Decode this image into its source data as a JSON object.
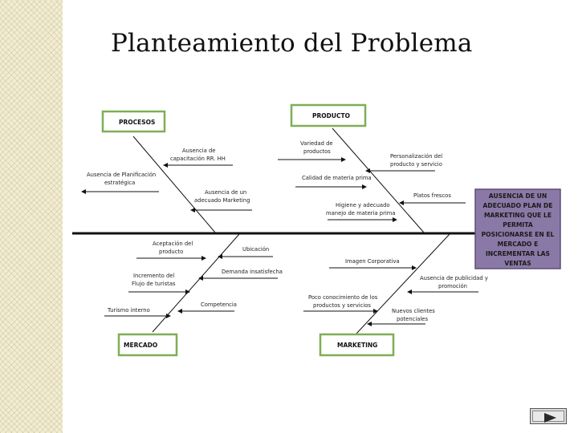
{
  "slide": {
    "title": "Planteamiento del Problema"
  },
  "diagram": {
    "effect": {
      "lines": [
        "AUSENCIA DE UN",
        "ADECUADO PLAN DE",
        "MARKETING QUE LE",
        "PERMITA",
        "POSICIONARSE EN EL",
        "MERCADO E",
        "INCREMENTAR LAS",
        "VENTAS"
      ],
      "fill_color": "#8a78a6",
      "border_color": "#5e4f78"
    },
    "box_border_color": "#7fae55",
    "categories": {
      "procesos": {
        "label": "PROCESOS",
        "causes": [
          [
            "Ausencia de",
            "capacitación RR. HH"
          ],
          [
            "Ausencia de Planificación",
            "estratégica"
          ],
          [
            "Ausencia de un",
            "adecuado Marketing"
          ]
        ]
      },
      "producto": {
        "label": "PRODUCTO",
        "causes": [
          [
            "Variedad de",
            "productos"
          ],
          [
            "Personalización del",
            "producto y servicio"
          ],
          [
            "Calidad de materia prima"
          ],
          [
            "Platos frescos"
          ],
          [
            "Higiene y adecuado",
            "manejo de materia prima"
          ]
        ]
      },
      "mercado": {
        "label": "MERCADO",
        "causes": [
          [
            "Aceptación del",
            "producto"
          ],
          [
            "Ubicación"
          ],
          [
            "Demanda insatisfecha"
          ],
          [
            "Incremento del",
            "Flujo de turistas"
          ],
          [
            "Turismo interno"
          ],
          [
            "Competencia"
          ]
        ]
      },
      "marketing": {
        "label": "MARKETING",
        "causes": [
          [
            "Imagen Corporativa"
          ],
          [
            "Ausencia de publicidad y",
            "promoción"
          ],
          [
            "Poco conocimiento de los",
            "productos y servicios"
          ],
          [
            "Nuevos clientes",
            "potenciales"
          ]
        ]
      }
    }
  },
  "navigation": {
    "next_icon": "play-right-icon"
  }
}
